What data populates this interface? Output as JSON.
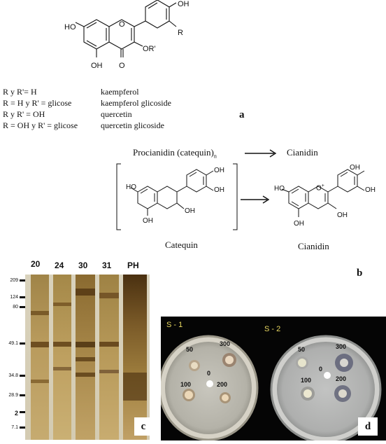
{
  "panel_a": {
    "letter": "a",
    "structure_labels": {
      "ho_left": "HO",
      "oh_top": "OH",
      "r": "R",
      "or_prime": "OR'",
      "oh_bottom": "OH",
      "o_carbonyl": "O",
      "o_ring": "O"
    },
    "legend": [
      {
        "condition": "R y R'= H",
        "name": "kaempferol"
      },
      {
        "condition": "R = H y R' = glicose",
        "name": "kaempferol glicoside"
      },
      {
        "condition": "R y R' = OH",
        "name": "quercetin"
      },
      {
        "condition": "R = OH y R' = glicose",
        "name": "quercetin glicoside"
      }
    ]
  },
  "panel_b": {
    "letter": "b",
    "procyanidin": "Procianidin (catequin)",
    "subscript_n": "n",
    "cianidin_top": "Cianidin",
    "catequin_label": "Catequin",
    "cianidin_label": "Cianidin",
    "catequin_groups": {
      "ho": "HO",
      "oh1": "OH",
      "oh2": "OH",
      "oh3": "OH",
      "oh4": "OH"
    },
    "cianidin_groups": {
      "ho": "HO",
      "oplus": "O",
      "plus": "+",
      "oh1": "OH",
      "oh2": "OH",
      "oh3": "OH",
      "oh4": "OH"
    }
  },
  "panel_c": {
    "letter": "c",
    "lanes": [
      "20",
      "24",
      "30",
      "31",
      "PH"
    ],
    "mw_markers": [
      "209",
      "124",
      "80",
      "49.1",
      "34.8",
      "28.9",
      "2",
      "7.1"
    ]
  },
  "panel_d": {
    "letter": "d",
    "plate1": {
      "label": "S - 1",
      "wells": [
        "50",
        "300",
        "0",
        "100",
        "200"
      ]
    },
    "plate2": {
      "label": "S - 2",
      "wells": [
        "50",
        "300",
        "0",
        "100",
        "200"
      ]
    }
  }
}
